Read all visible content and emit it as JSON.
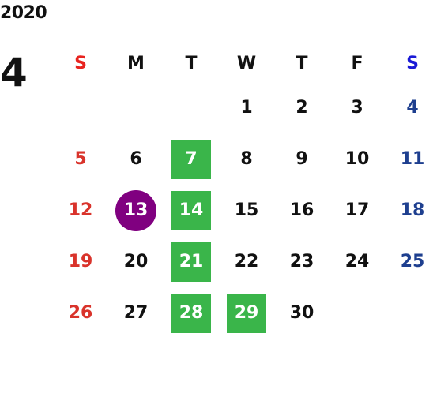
{
  "year": "2020",
  "month": "4",
  "colors": {
    "sunday_head": "#e8231f",
    "saturday_head": "#1a1ad6",
    "sunday": "#d9332b",
    "saturday": "#1e3f8f",
    "weekday": "#111111",
    "highlight_green": "#3ab54a",
    "today": "#800080"
  },
  "weekdays": [
    "S",
    "M",
    "T",
    "W",
    "T",
    "F",
    "S"
  ],
  "weeks": [
    [
      {
        "label": "",
        "type": "empty"
      },
      {
        "label": "",
        "type": "empty"
      },
      {
        "label": "",
        "type": "empty"
      },
      {
        "label": "1",
        "type": "normal"
      },
      {
        "label": "2",
        "type": "normal"
      },
      {
        "label": "3",
        "type": "normal"
      },
      {
        "label": "4",
        "type": "normal"
      }
    ],
    [
      {
        "label": "5",
        "type": "normal"
      },
      {
        "label": "6",
        "type": "normal"
      },
      {
        "label": "7",
        "type": "green"
      },
      {
        "label": "8",
        "type": "normal"
      },
      {
        "label": "9",
        "type": "normal"
      },
      {
        "label": "10",
        "type": "normal"
      },
      {
        "label": "11",
        "type": "normal"
      }
    ],
    [
      {
        "label": "12",
        "type": "normal"
      },
      {
        "label": "13",
        "type": "today"
      },
      {
        "label": "14",
        "type": "green"
      },
      {
        "label": "15",
        "type": "normal"
      },
      {
        "label": "16",
        "type": "normal"
      },
      {
        "label": "17",
        "type": "normal"
      },
      {
        "label": "18",
        "type": "normal"
      }
    ],
    [
      {
        "label": "19",
        "type": "normal"
      },
      {
        "label": "20",
        "type": "normal"
      },
      {
        "label": "21",
        "type": "green"
      },
      {
        "label": "22",
        "type": "normal"
      },
      {
        "label": "23",
        "type": "normal"
      },
      {
        "label": "24",
        "type": "normal"
      },
      {
        "label": "25",
        "type": "normal"
      }
    ],
    [
      {
        "label": "26",
        "type": "normal"
      },
      {
        "label": "27",
        "type": "normal"
      },
      {
        "label": "28",
        "type": "green"
      },
      {
        "label": "29",
        "type": "green"
      },
      {
        "label": "30",
        "type": "normal"
      },
      {
        "label": "",
        "type": "empty"
      },
      {
        "label": "",
        "type": "empty"
      }
    ]
  ]
}
